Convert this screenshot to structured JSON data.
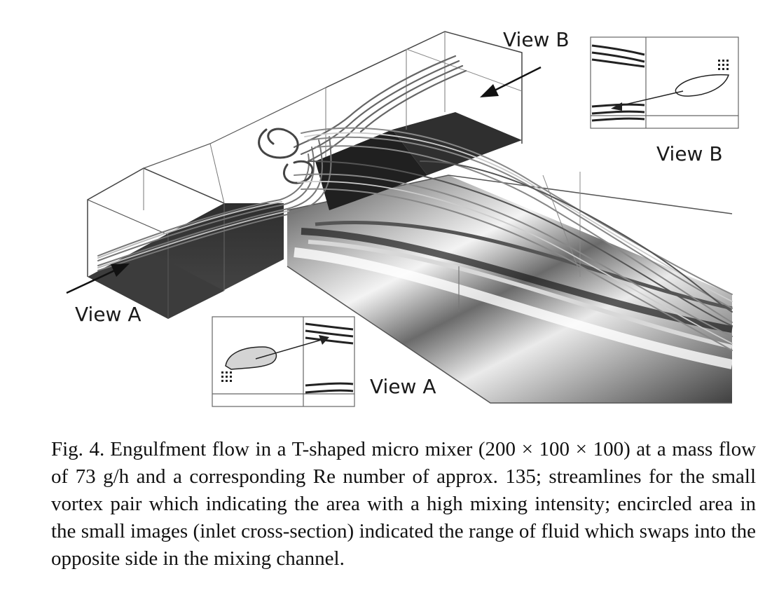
{
  "figure": {
    "labels": {
      "view_a_main": "View A",
      "view_b_main": "View B",
      "view_a_inset": "View A",
      "view_b_inset": "View B"
    }
  },
  "caption": {
    "label": "Fig. 4.",
    "text": "Engulfment flow in a T-shaped micro mixer (200 × 100 × 100) at a mass flow of 73 g/h and a corresponding Re number of approx. 135; streamlines for the small vortex pair which indicating the area with a high mixing intensity; encircled area in the small images (inlet cross-section) indicated the range of fluid which swaps into the opposite side in the mixing channel."
  }
}
